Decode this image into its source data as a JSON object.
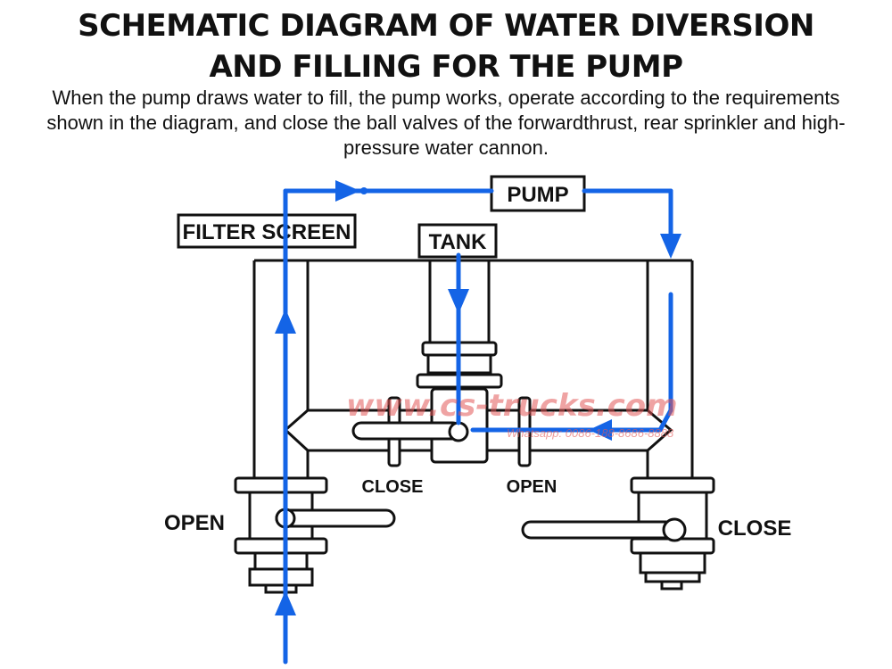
{
  "title_line1": "SCHEMATIC DIAGRAM OF WATER DIVERSION",
  "title_line2": "AND FILLING FOR THE PUMP",
  "description": "When the pump draws water to fill, the pump works, operate according to the requirements shown in the diagram, and close the ball valves of the forwardthrust, rear sprinkler and high-pressure water cannon.",
  "labels": {
    "pump": "PUMP",
    "filter_screen": "FILTER SCREEN",
    "tank": "TANK",
    "valve_center_left": "CLOSE",
    "valve_center_right": "OPEN",
    "valve_left": "OPEN",
    "valve_right": "CLOSE"
  },
  "watermark": {
    "site": "www.cs-trucks.com",
    "contact": "Whatsapp: 0086-188-8686-8888"
  },
  "colors": {
    "flow": "#1464e6",
    "line": "#111111",
    "watermark": "#e25858"
  }
}
